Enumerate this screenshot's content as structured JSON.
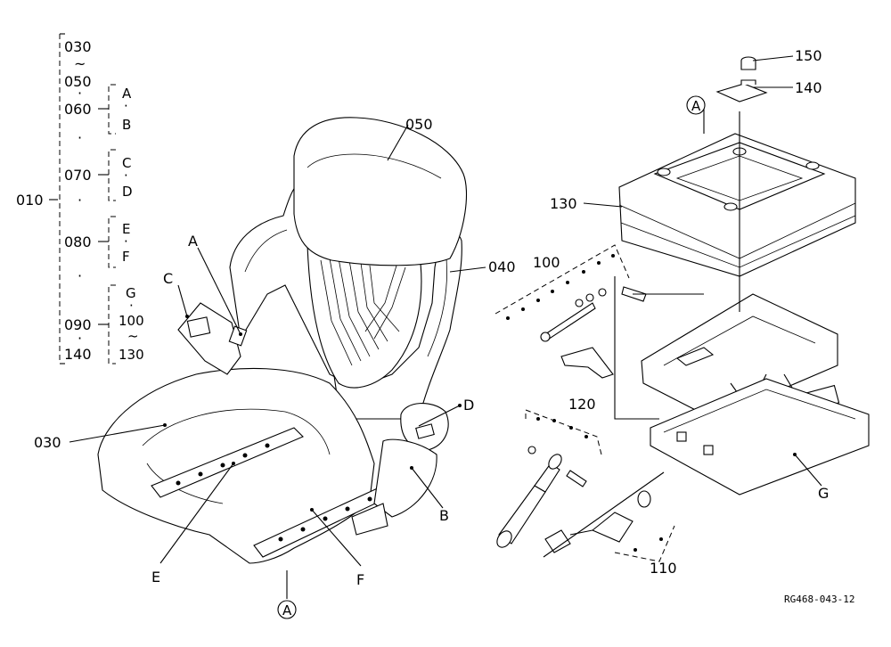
{
  "tree": {
    "root": "010",
    "items": [
      "030",
      "~",
      "050",
      "·",
      "060",
      "·",
      "070",
      "·",
      "080",
      "·",
      "090",
      "·",
      "140"
    ],
    "groups": [
      {
        "top": "A",
        "mid": "·",
        "bottom": "B"
      },
      {
        "top": "C",
        "mid": "·",
        "bottom": "D"
      },
      {
        "top": "E",
        "mid": "·",
        "bottom": "F"
      },
      {
        "top": "G",
        "mid": "·",
        "range_start": "100",
        "tilde": "~",
        "range_end": "130"
      }
    ]
  },
  "callouts": {
    "p050": "050",
    "p040": "040",
    "p030": "030",
    "pA": "A",
    "pB": "B",
    "pC": "C",
    "pD": "D",
    "pE": "E",
    "pF": "F",
    "pG": "G",
    "p100": "100",
    "p110": "110",
    "p120": "120",
    "p130": "130",
    "p140": "140",
    "p150": "150",
    "circle_a": "A"
  },
  "reference_code": "RG468-043-12"
}
